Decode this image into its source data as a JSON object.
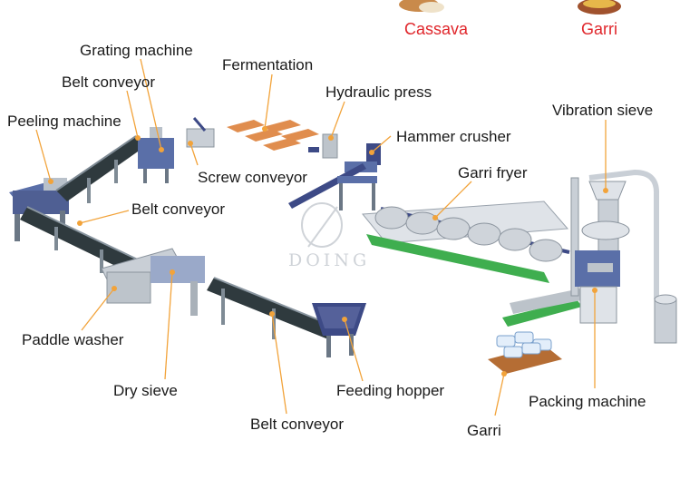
{
  "top_products": {
    "cassava": "Cassava",
    "garri": "Garri"
  },
  "labels": {
    "grating_machine": "Grating machine",
    "belt_conveyor_1": "Belt conveyor",
    "peeling_machine": "Peeling machine",
    "fermentation": "Fermentation",
    "hydraulic_press": "Hydraulic press",
    "hammer_crusher": "Hammer crusher",
    "vibration_sieve": "Vibration sieve",
    "garri_fryer": "Garri fryer",
    "screw_conveyor": "Screw conveyor",
    "belt_conveyor_2": "Belt conveyor",
    "paddle_washer": "Paddle washer",
    "dry_sieve": "Dry sieve",
    "feeding_hopper": "Feeding hopper",
    "belt_conveyor_3": "Belt conveyor",
    "packing_machine": "Packing machine",
    "garri_output": "Garri"
  },
  "watermark": "DOING",
  "colors": {
    "leader": "#f2a33a",
    "product_red": "#e0262b",
    "machine_blue": "#5a6fa8",
    "belt_dark": "#2f3a3e",
    "steel": "#c9cfd6",
    "fryer_green": "#3fae4f"
  }
}
